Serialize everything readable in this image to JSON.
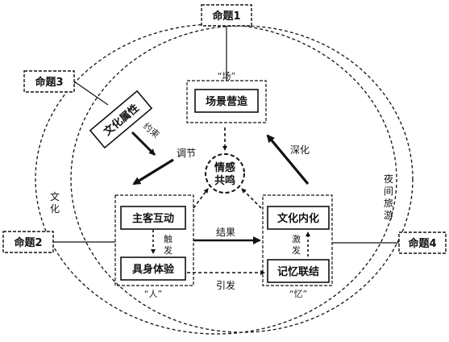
{
  "propositions": {
    "p1": "命题1",
    "p2": "命题2",
    "p3": "命题3",
    "p4": "命题4"
  },
  "nodes": {
    "scene_label": "“场”",
    "scene": "场景营造",
    "culture_attr": "文化属性",
    "emotion_line1": "情感",
    "emotion_line2": "共鸣",
    "host_guest": "主客互动",
    "embodied": "具身体验",
    "people_label": "“人”",
    "cultural_intern": "文化内化",
    "memory_link": "记忆联结",
    "memory_label": "“忆”"
  },
  "edges": {
    "constrain": "约束",
    "regulate": "调节",
    "deepen": "深化",
    "trigger": "触发",
    "result": "结果",
    "excite": "激发",
    "induce": "引发"
  },
  "rings": {
    "culture": "文化",
    "night_tourism": "夜间旅游"
  }
}
